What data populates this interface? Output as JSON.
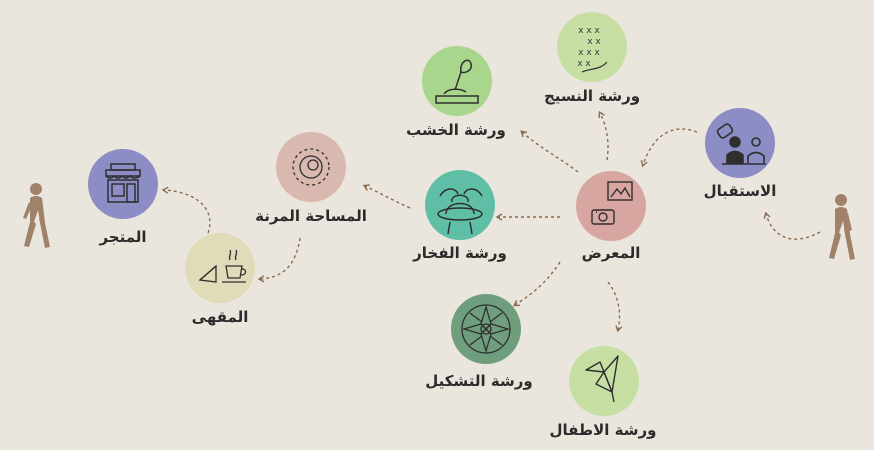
{
  "stations": {
    "reception": {
      "label": "الاستقبال",
      "color": "#8c8dc4",
      "icon": "reception-desk-icon"
    },
    "gallery": {
      "label": "المعرض",
      "color": "#d7a6a0",
      "icon": "gallery-projector-icon"
    },
    "weaving": {
      "label": "ورشة النسيج",
      "color": "#c7dfa3",
      "icon": "cross-stitch-icon"
    },
    "woodwork": {
      "label": "ورشة الخشب",
      "color": "#a9d68d",
      "icon": "wood-carving-icon"
    },
    "pottery": {
      "label": "ورشة الفخار",
      "color": "#5fbfa6",
      "icon": "pottery-wheel-icon"
    },
    "shaping": {
      "label": "ورشة التشكيل",
      "color": "#6f9e7f",
      "icon": "mandala-icon"
    },
    "kids": {
      "label": "ورشة الاطفال",
      "color": "#c7dfa3",
      "icon": "origami-bird-icon"
    },
    "flexible": {
      "label": "المساحة  المرنة",
      "color": "#d9b8b0",
      "icon": "circles-icon"
    },
    "cafe": {
      "label": "المقهى",
      "color": "#e0dbb8",
      "icon": "coffee-cake-icon"
    },
    "store": {
      "label": "المتجر",
      "color": "#8c8dc4",
      "icon": "storefront-icon"
    }
  },
  "colors": {
    "background": "#ebe6dd",
    "arrow": "#8a6a4e",
    "person": "#a0826b",
    "icon_line": "#3a3a3a"
  },
  "people": [
    "walking-person-icon",
    "walking-person-icon"
  ]
}
